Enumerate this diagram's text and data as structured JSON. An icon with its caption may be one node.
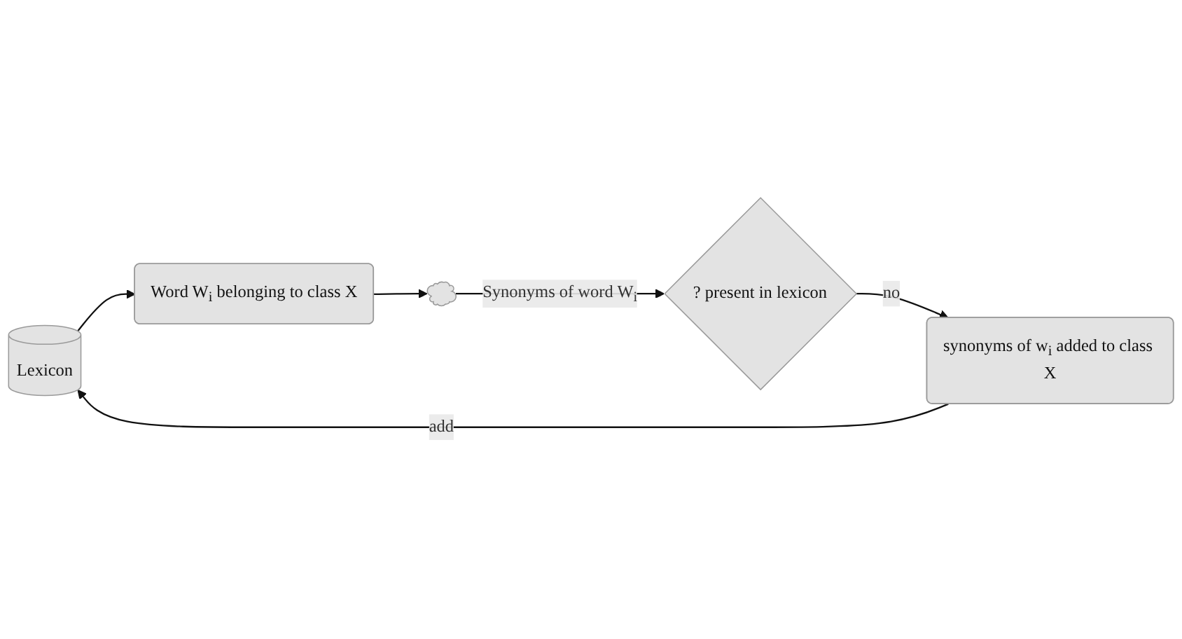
{
  "diagram": {
    "nodes": [
      {
        "text": [
          "Lexicon"
        ]
      },
      {
        "text": [
          "Word W$_{i}$ belonging to class X"
        ]
      },
      {
        "text": [],
        "shape": "cloud"
      },
      {
        "text": [
          "? present in lexicon"
        ]
      },
      {
        "text": [
          "synonyms of w$_{i}$ added to class X"
        ]
      }
    ],
    "edges": [
      {
        "from": 0,
        "to": 1,
        "arrow": "to"
      },
      {
        "from": 1,
        "to": 2,
        "arrow": "to"
      },
      {
        "from": 2,
        "to": 3,
        "arrow": "to",
        "label": "Synonyms of word W$_{i}$"
      },
      {
        "from": 3,
        "to": 4,
        "arrow": "to",
        "label": "no"
      },
      {
        "from": 4,
        "to": 0,
        "arrow": "to",
        "label": "add"
      }
    ]
  }
}
